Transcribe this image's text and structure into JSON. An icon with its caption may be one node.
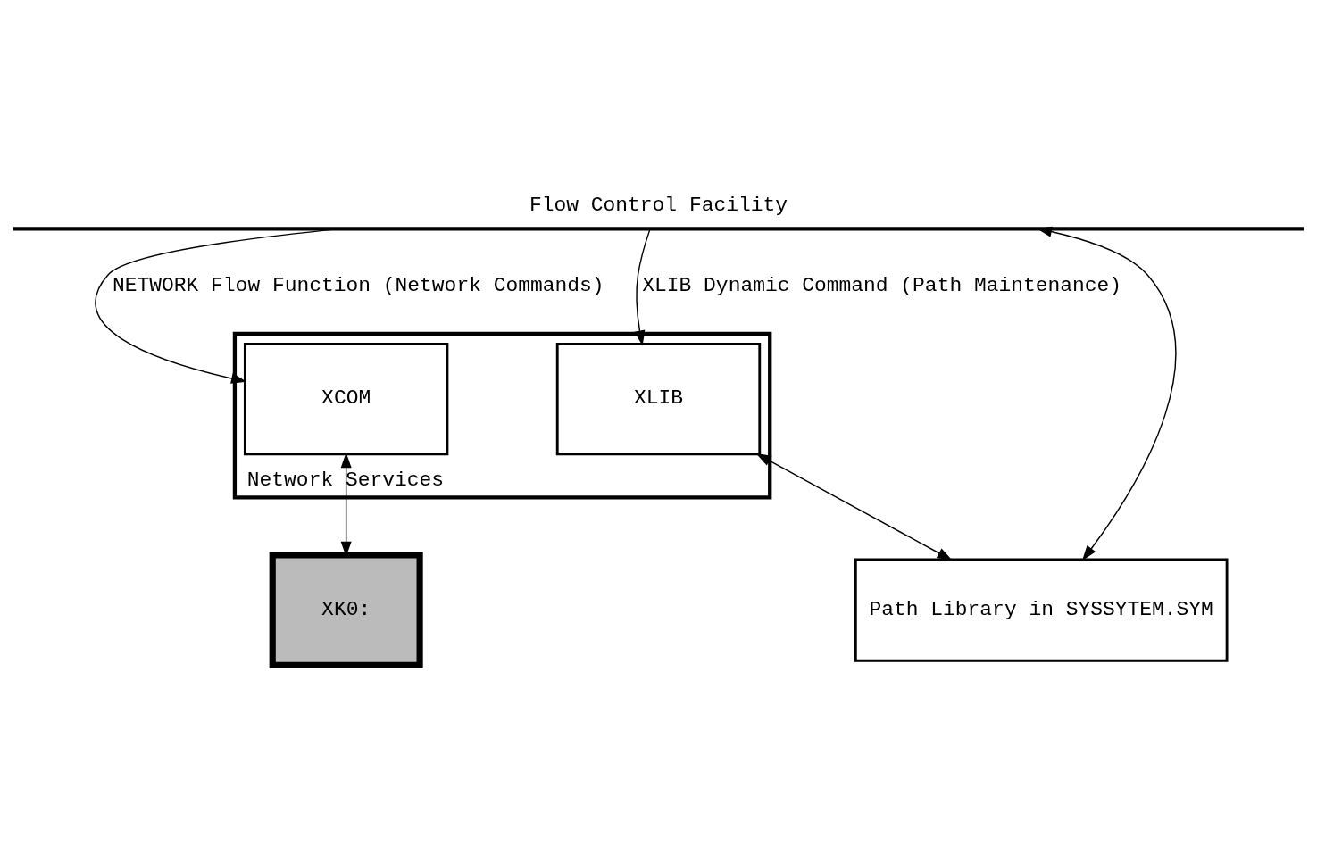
{
  "diagram": {
    "nodes": [
      {
        "text": [
          "Flow Control Facility"
        ]
      },
      {
        "text": [
          "Network Services"
        ]
      },
      {
        "text": [
          "XLIB"
        ],
        "in": 1
      },
      {
        "text": [
          "XCOM"
        ],
        "in": 1
      },
      {
        "text": [
          "XK0:"
        ]
      },
      {
        "text": [
          "Path Library in SYSSYTEM.SYM"
        ]
      }
    ],
    "edges": [
      {
        "from": 0,
        "to": 2,
        "arrow": "to",
        "label": "XLIB Dynamic Command (Path Maintenance)"
      },
      {
        "from": 0,
        "to": 3,
        "arrow": "to",
        "label": "NETWORK Flow Function (Network Commands)"
      },
      {
        "from": 3,
        "to": 4,
        "arrow": "both"
      },
      {
        "from": 2,
        "to": 5,
        "arrow": "both"
      },
      {
        "from": 0,
        "to": 5,
        "arrow": "both"
      }
    ]
  }
}
